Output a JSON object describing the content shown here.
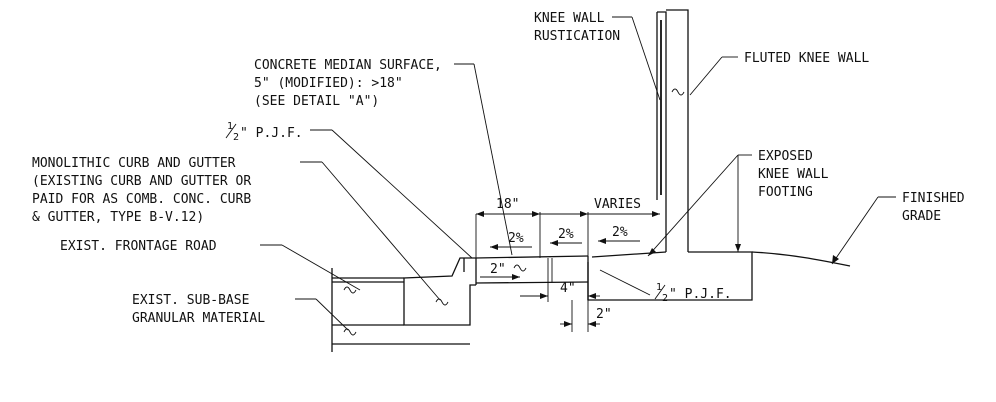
{
  "labels": {
    "knee_wall_rustication_1": "KNEE WALL",
    "knee_wall_rustication_2": "RUSTICATION",
    "fluted_knee_wall": "FLUTED KNEE WALL",
    "concrete_median_1": "CONCRETE MEDIAN SURFACE,",
    "concrete_median_2": "5\" (MODIFIED): >18\"",
    "concrete_median_3": "(SEE DETAIL \"A\")",
    "pjf_top_num": "1",
    "pjf_top_den": "2",
    "pjf_top_text": "\" P.J.F.",
    "monolithic_1": "MONOLITHIC CURB AND GUTTER",
    "monolithic_2": "(EXISTING CURB AND GUTTER OR",
    "monolithic_3": "PAID FOR AS COMB. CONC. CURB",
    "monolithic_4": "& GUTTER, TYPE B-V.12)",
    "exposed_footing_1": "EXPOSED",
    "exposed_footing_2": "KNEE WALL",
    "exposed_footing_3": "FOOTING",
    "finished_grade_1": "FINISHED",
    "finished_grade_2": "GRADE",
    "frontage_road": "EXIST. FRONTAGE ROAD",
    "sub_base_1": "EXIST. SUB-BASE",
    "sub_base_2": "GRANULAR MATERIAL",
    "pjf_bottom_num": "1",
    "pjf_bottom_den": "2",
    "pjf_bottom_text": "\" P.J.F."
  },
  "dimensions": {
    "width_18": "18\"",
    "varies": "VARIES",
    "slope_1": "2%",
    "slope_2": "2%",
    "slope_3": "2%",
    "dim_2in_top": "2\"",
    "dim_4in": "4\"",
    "dim_2in_bottom": "2\""
  }
}
